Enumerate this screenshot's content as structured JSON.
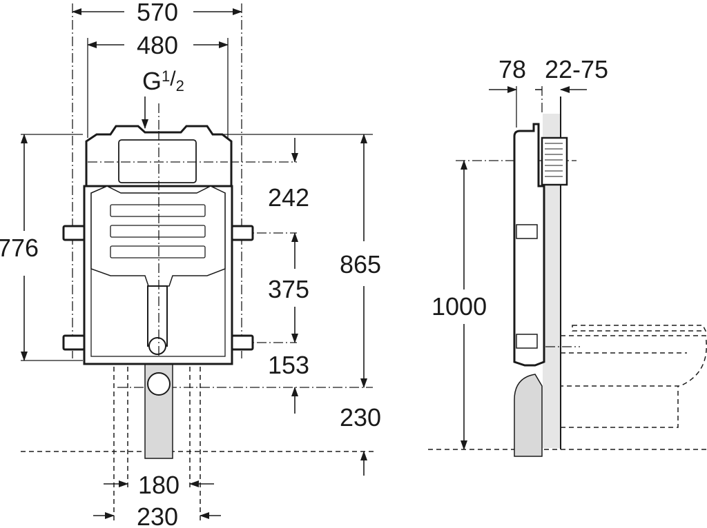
{
  "front_view": {
    "width_outer": "570",
    "width_inner": "480",
    "inlet_label_main": "G",
    "inlet_label_num": "1",
    "inlet_label_den": "2",
    "height_frame": "776",
    "height_total": "865",
    "inlet_height": "242",
    "bracket_spacing": "375",
    "bottom_bracket_offset": "153",
    "floor_offset": "230",
    "outlet_inner": "180",
    "outlet_outer": "230"
  },
  "side_view": {
    "depth": "78",
    "wall_range": "22-75",
    "height_floor": "1000"
  }
}
